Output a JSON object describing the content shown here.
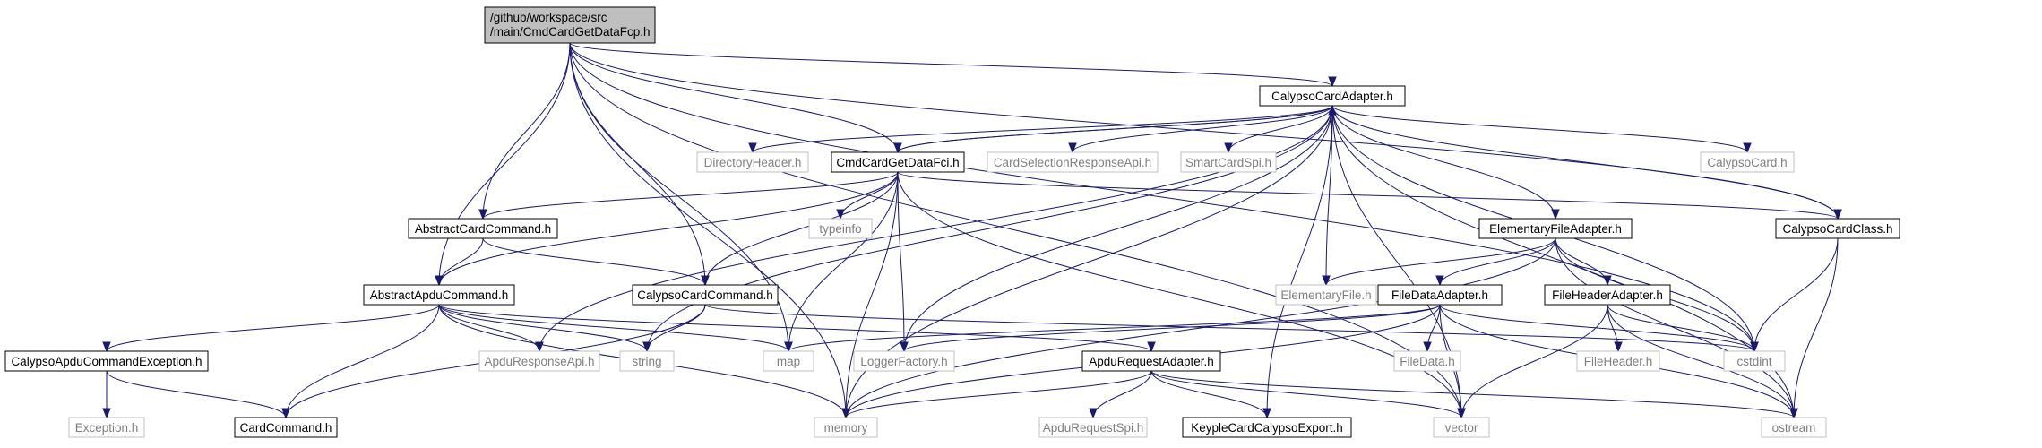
{
  "colors": {
    "edge": "#191970",
    "root_fill": "#bfbfbf",
    "doc_border": "#000000",
    "ext_border": "#bfbfbf",
    "ext_text": "#7f7f7f"
  },
  "nodes": [
    {
      "id": "root",
      "kind": "root",
      "lines": [
        "/github/workspace/src",
        "/main/CmdCardGetDataFcp.h"
      ]
    },
    {
      "id": "CalypsoCardAdapter",
      "kind": "doc",
      "lines": [
        "CalypsoCardAdapter.h"
      ]
    },
    {
      "id": "DirectoryHeader",
      "kind": "ext",
      "lines": [
        "DirectoryHeader.h"
      ]
    },
    {
      "id": "CmdCardGetDataFci",
      "kind": "doc",
      "lines": [
        "CmdCardGetDataFci.h"
      ]
    },
    {
      "id": "CardSelectionResponseApi",
      "kind": "ext",
      "lines": [
        "CardSelectionResponseApi.h"
      ]
    },
    {
      "id": "SmartCardSpi",
      "kind": "ext",
      "lines": [
        "SmartCardSpi.h"
      ]
    },
    {
      "id": "CalypsoCard",
      "kind": "ext",
      "lines": [
        "CalypsoCard.h"
      ]
    },
    {
      "id": "AbstractCardCommand",
      "kind": "doc",
      "lines": [
        "AbstractCardCommand.h"
      ]
    },
    {
      "id": "typeinfo",
      "kind": "ext",
      "lines": [
        "typeinfo"
      ]
    },
    {
      "id": "ElementaryFileAdapter",
      "kind": "doc",
      "lines": [
        "ElementaryFileAdapter.h"
      ]
    },
    {
      "id": "CalypsoCardClass",
      "kind": "doc",
      "lines": [
        "CalypsoCardClass.h"
      ]
    },
    {
      "id": "AbstractApduCommand",
      "kind": "doc",
      "lines": [
        "AbstractApduCommand.h"
      ]
    },
    {
      "id": "CalypsoCardCommand",
      "kind": "doc",
      "lines": [
        "CalypsoCardCommand.h"
      ]
    },
    {
      "id": "ElementaryFile",
      "kind": "ext",
      "lines": [
        "ElementaryFile.h"
      ]
    },
    {
      "id": "FileDataAdapter",
      "kind": "doc",
      "lines": [
        "FileDataAdapter.h"
      ]
    },
    {
      "id": "FileHeaderAdapter",
      "kind": "doc",
      "lines": [
        "FileHeaderAdapter.h"
      ]
    },
    {
      "id": "CalypsoApduCommandException",
      "kind": "doc",
      "lines": [
        "CalypsoApduCommandException.h"
      ]
    },
    {
      "id": "ApduResponseApi",
      "kind": "ext",
      "lines": [
        "ApduResponseApi.h"
      ]
    },
    {
      "id": "string",
      "kind": "ext",
      "lines": [
        "string"
      ]
    },
    {
      "id": "map",
      "kind": "ext",
      "lines": [
        "map"
      ]
    },
    {
      "id": "LoggerFactory",
      "kind": "ext",
      "lines": [
        "LoggerFactory.h"
      ]
    },
    {
      "id": "ApduRequestAdapter",
      "kind": "doc",
      "lines": [
        "ApduRequestAdapter.h"
      ]
    },
    {
      "id": "FileData",
      "kind": "ext",
      "lines": [
        "FileData.h"
      ]
    },
    {
      "id": "FileHeader",
      "kind": "ext",
      "lines": [
        "FileHeader.h"
      ]
    },
    {
      "id": "cstdint",
      "kind": "ext",
      "lines": [
        "cstdint"
      ]
    },
    {
      "id": "Exception",
      "kind": "ext",
      "lines": [
        "Exception.h"
      ]
    },
    {
      "id": "CardCommand",
      "kind": "doc",
      "lines": [
        "CardCommand.h"
      ]
    },
    {
      "id": "memory",
      "kind": "ext",
      "lines": [
        "memory"
      ]
    },
    {
      "id": "ApduRequestSpi",
      "kind": "ext",
      "lines": [
        "ApduRequestSpi.h"
      ]
    },
    {
      "id": "KeypleCardCalypsoExport",
      "kind": "doc",
      "lines": [
        "KeypleCardCalypsoExport.h"
      ]
    },
    {
      "id": "vector",
      "kind": "ext",
      "lines": [
        "vector"
      ]
    },
    {
      "id": "ostream",
      "kind": "ext",
      "lines": [
        "ostream"
      ]
    }
  ],
  "edges": [
    [
      "root",
      "CalypsoCardAdapter"
    ],
    [
      "root",
      "CmdCardGetDataFci"
    ],
    [
      "root",
      "AbstractCardCommand"
    ],
    [
      "root",
      "AbstractApduCommand"
    ],
    [
      "root",
      "CalypsoCardCommand"
    ],
    [
      "root",
      "map"
    ],
    [
      "root",
      "memory"
    ],
    [
      "root",
      "CalypsoCardClass"
    ],
    [
      "root",
      "cstdint"
    ],
    [
      "root",
      "vector"
    ],
    [
      "CalypsoCardAdapter",
      "DirectoryHeader"
    ],
    [
      "CalypsoCardAdapter",
      "CmdCardGetDataFci"
    ],
    [
      "CalypsoCardAdapter",
      "CardSelectionResponseApi"
    ],
    [
      "CalypsoCardAdapter",
      "SmartCardSpi"
    ],
    [
      "CalypsoCardAdapter",
      "CalypsoCard"
    ],
    [
      "CalypsoCardAdapter",
      "CalypsoCardClass"
    ],
    [
      "CalypsoCardAdapter",
      "ElementaryFileAdapter"
    ],
    [
      "CalypsoCardAdapter",
      "ElementaryFile"
    ],
    [
      "CalypsoCardAdapter",
      "ApduResponseApi"
    ],
    [
      "CalypsoCardAdapter",
      "string"
    ],
    [
      "CalypsoCardAdapter",
      "memory"
    ],
    [
      "CalypsoCardAdapter",
      "LoggerFactory"
    ],
    [
      "CalypsoCardAdapter",
      "KeypleCardCalypsoExport"
    ],
    [
      "CalypsoCardAdapter",
      "cstdint"
    ],
    [
      "CalypsoCardAdapter",
      "vector"
    ],
    [
      "CalypsoCardAdapter",
      "ostream"
    ],
    [
      "CmdCardGetDataFci",
      "CalypsoCardAdapter"
    ],
    [
      "CmdCardGetDataFci",
      "AbstractCardCommand"
    ],
    [
      "CmdCardGetDataFci",
      "typeinfo"
    ],
    [
      "CmdCardGetDataFci",
      "AbstractApduCommand"
    ],
    [
      "CmdCardGetDataFci",
      "CalypsoCardCommand"
    ],
    [
      "CmdCardGetDataFci",
      "map"
    ],
    [
      "CmdCardGetDataFci",
      "LoggerFactory"
    ],
    [
      "CmdCardGetDataFci",
      "memory"
    ],
    [
      "CmdCardGetDataFci",
      "vector"
    ],
    [
      "CmdCardGetDataFci",
      "CalypsoCardClass"
    ],
    [
      "AbstractCardCommand",
      "AbstractApduCommand"
    ],
    [
      "AbstractCardCommand",
      "CalypsoCardCommand"
    ],
    [
      "AbstractApduCommand",
      "CalypsoApduCommandException"
    ],
    [
      "AbstractApduCommand",
      "ApduResponseApi"
    ],
    [
      "AbstractApduCommand",
      "string"
    ],
    [
      "AbstractApduCommand",
      "map"
    ],
    [
      "AbstractApduCommand",
      "ApduRequestAdapter"
    ],
    [
      "AbstractApduCommand",
      "CardCommand"
    ],
    [
      "AbstractApduCommand",
      "memory"
    ],
    [
      "CalypsoCardCommand",
      "string"
    ],
    [
      "CalypsoCardCommand",
      "CardCommand"
    ],
    [
      "CalypsoCardCommand",
      "cstdint"
    ],
    [
      "CalypsoApduCommandException",
      "Exception"
    ],
    [
      "CalypsoApduCommandException",
      "CardCommand"
    ],
    [
      "ElementaryFileAdapter",
      "ElementaryFile"
    ],
    [
      "ElementaryFileAdapter",
      "FileDataAdapter"
    ],
    [
      "ElementaryFileAdapter",
      "FileHeaderAdapter"
    ],
    [
      "ElementaryFileAdapter",
      "memory"
    ],
    [
      "ElementaryFileAdapter",
      "cstdint"
    ],
    [
      "ElementaryFileAdapter",
      "ostream"
    ],
    [
      "FileDataAdapter",
      "map"
    ],
    [
      "FileDataAdapter",
      "LoggerFactory"
    ],
    [
      "FileDataAdapter",
      "FileData"
    ],
    [
      "FileDataAdapter",
      "memory"
    ],
    [
      "FileDataAdapter",
      "vector"
    ],
    [
      "FileDataAdapter",
      "cstdint"
    ],
    [
      "FileDataAdapter",
      "ostream"
    ],
    [
      "FileHeaderAdapter",
      "FileHeader"
    ],
    [
      "FileHeaderAdapter",
      "cstdint"
    ],
    [
      "FileHeaderAdapter",
      "vector"
    ],
    [
      "FileHeaderAdapter",
      "ostream"
    ],
    [
      "ApduRequestAdapter",
      "ApduRequestSpi"
    ],
    [
      "ApduRequestAdapter",
      "KeypleCardCalypsoExport"
    ],
    [
      "ApduRequestAdapter",
      "memory"
    ],
    [
      "ApduRequestAdapter",
      "vector"
    ],
    [
      "ApduRequestAdapter",
      "ostream"
    ],
    [
      "CalypsoCardClass",
      "cstdint"
    ],
    [
      "CalypsoCardClass",
      "ostream"
    ]
  ]
}
